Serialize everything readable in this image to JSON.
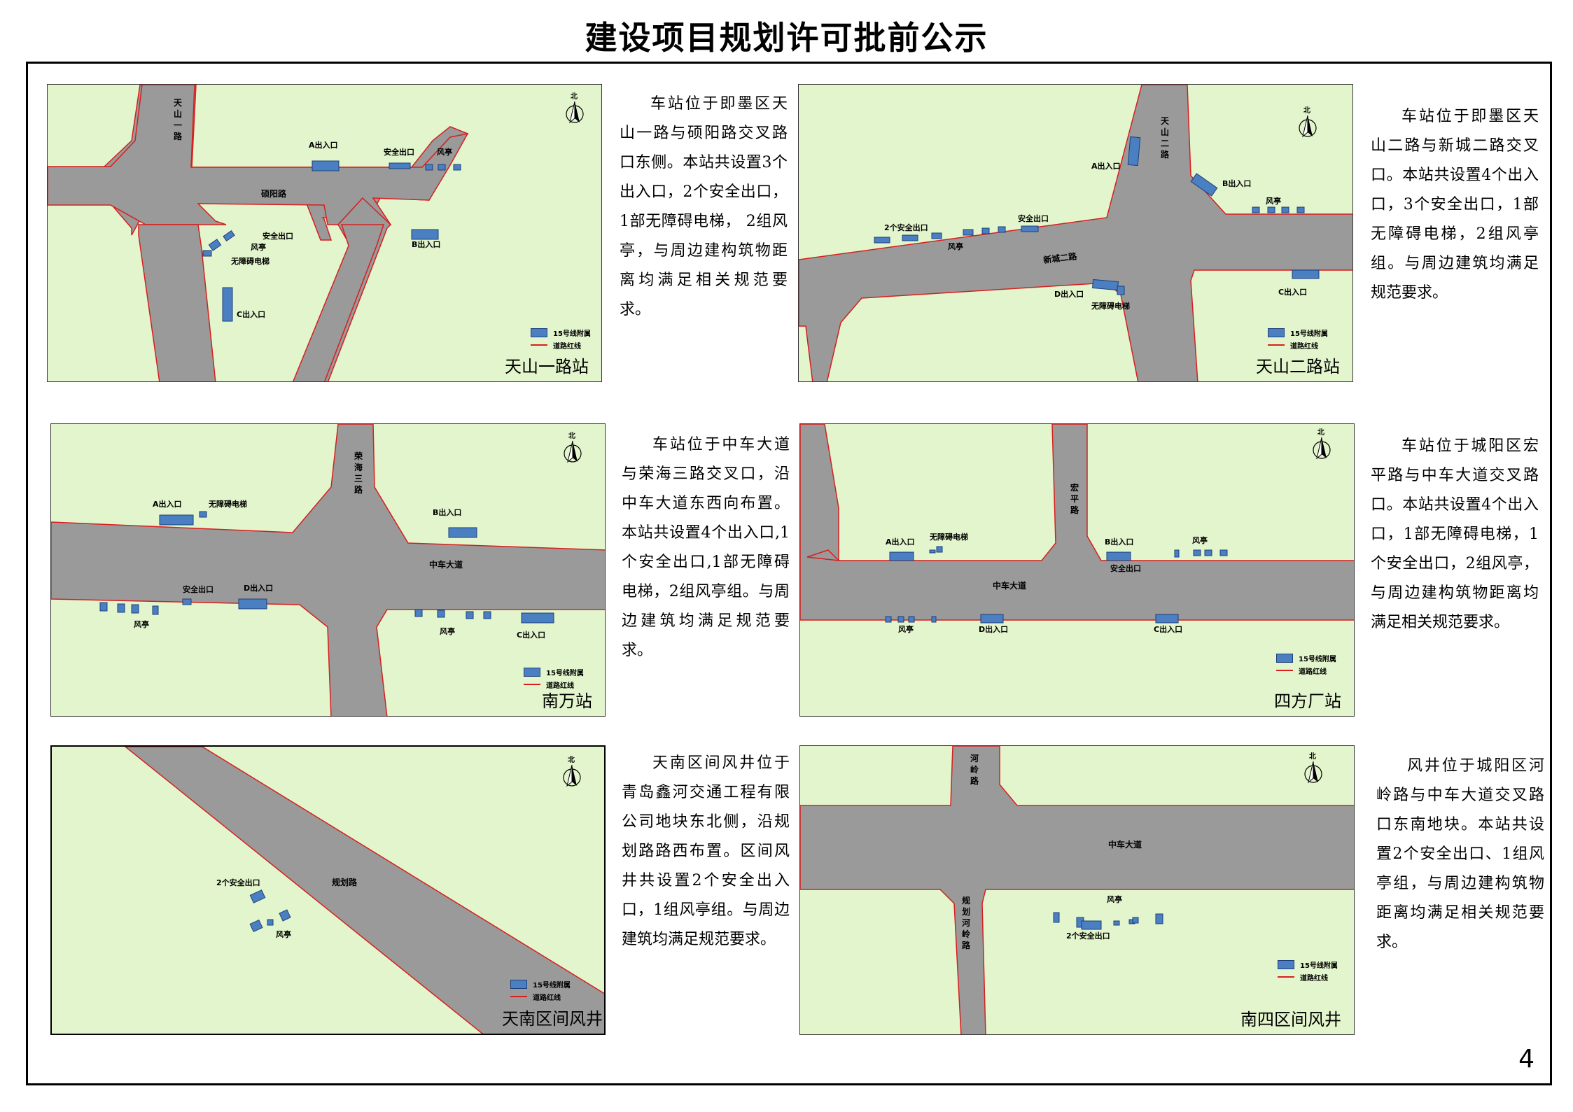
{
  "title": "建设项目规划许可批前公示",
  "page_number": "4",
  "legend": {
    "facility": "15号线附属",
    "redline": "道路红线"
  },
  "north_label": "北",
  "colors": {
    "land": "#e3f5cc",
    "road": "#9a9a9a",
    "redline": "#d61f1f",
    "facility": "#4a7fc1"
  },
  "panels": [
    {
      "station": "天山一路站",
      "roads": [
        "天山一路",
        "硕阳路"
      ],
      "labels": [
        "A出入口",
        "安全出口",
        "风亭",
        "B出入口",
        "安全出口",
        "风亭",
        "无障碍电梯",
        "C出入口"
      ],
      "description": "车站位于即墨区天山一路与硕阳路交叉路口东侧。本站共设置3个出入口，2个安全出口，1部无障碍电梯， 2组风亭，与周边建构筑物距离均满足相关规范要求。"
    },
    {
      "station": "天山二路站",
      "roads": [
        "天山二路",
        "新城二路"
      ],
      "labels": [
        "A出入口",
        "B出入口",
        "风亭",
        "2个安全出口",
        "安全出口",
        "风亭",
        "D出入口",
        "无障碍电梯",
        "C出入口"
      ],
      "description": "车站位于即墨区天山二路与新城二路交叉口。本站共设置4个出入口，3个安全出口，1部无障碍电梯，2组风亭组。与周边建筑均满足规范要求。"
    },
    {
      "station": "南万站",
      "roads": [
        "荣海三路",
        "中车大道"
      ],
      "labels": [
        "A出入口",
        "无障碍电梯",
        "B出入口",
        "安全出口",
        "D出入口",
        "风亭",
        "风亭",
        "C出入口"
      ],
      "description": "车站位于中车大道与荣海三路交叉口，沿中车大道东西向布置。本站共设置4个出入口,1个安全出口,1部无障碍电梯，2组风亭组。与周边建筑均满足规范要求。"
    },
    {
      "station": "四方厂站",
      "roads": [
        "宏平路",
        "中车大道"
      ],
      "labels": [
        "A出入口",
        "无障碍电梯",
        "B出入口",
        "安全出口",
        "风亭",
        "风亭",
        "D出入口",
        "C出入口"
      ],
      "description": "车站位于城阳区宏平路与中车大道交叉路口。本站共设置4个出入口，1部无障碍电梯，1个安全出口，2组风亭，与周边建构筑物距离均满足相关规范要求。"
    },
    {
      "station": "天南区间风井",
      "roads": [
        "规划路"
      ],
      "labels": [
        "2个安全出口",
        "风亭"
      ],
      "description": "天南区间风井位于青岛鑫河交通工程有限公司地块东北侧，沿规划路路西布置。区间风井共设置2个安全出入口，1组风亭组。与周边建筑均满足规范要求。"
    },
    {
      "station": "南四区间风井",
      "roads": [
        "河岭路",
        "中车大道",
        "规划河岭路"
      ],
      "labels": [
        "风亭",
        "2个安全出口"
      ],
      "description": "风井位于城阳区河岭路与中车大道交叉路口东南地块。本站共设置2个安全出口、1组风亭组，与周边建构筑物距离均满足相关规范要求。"
    }
  ]
}
